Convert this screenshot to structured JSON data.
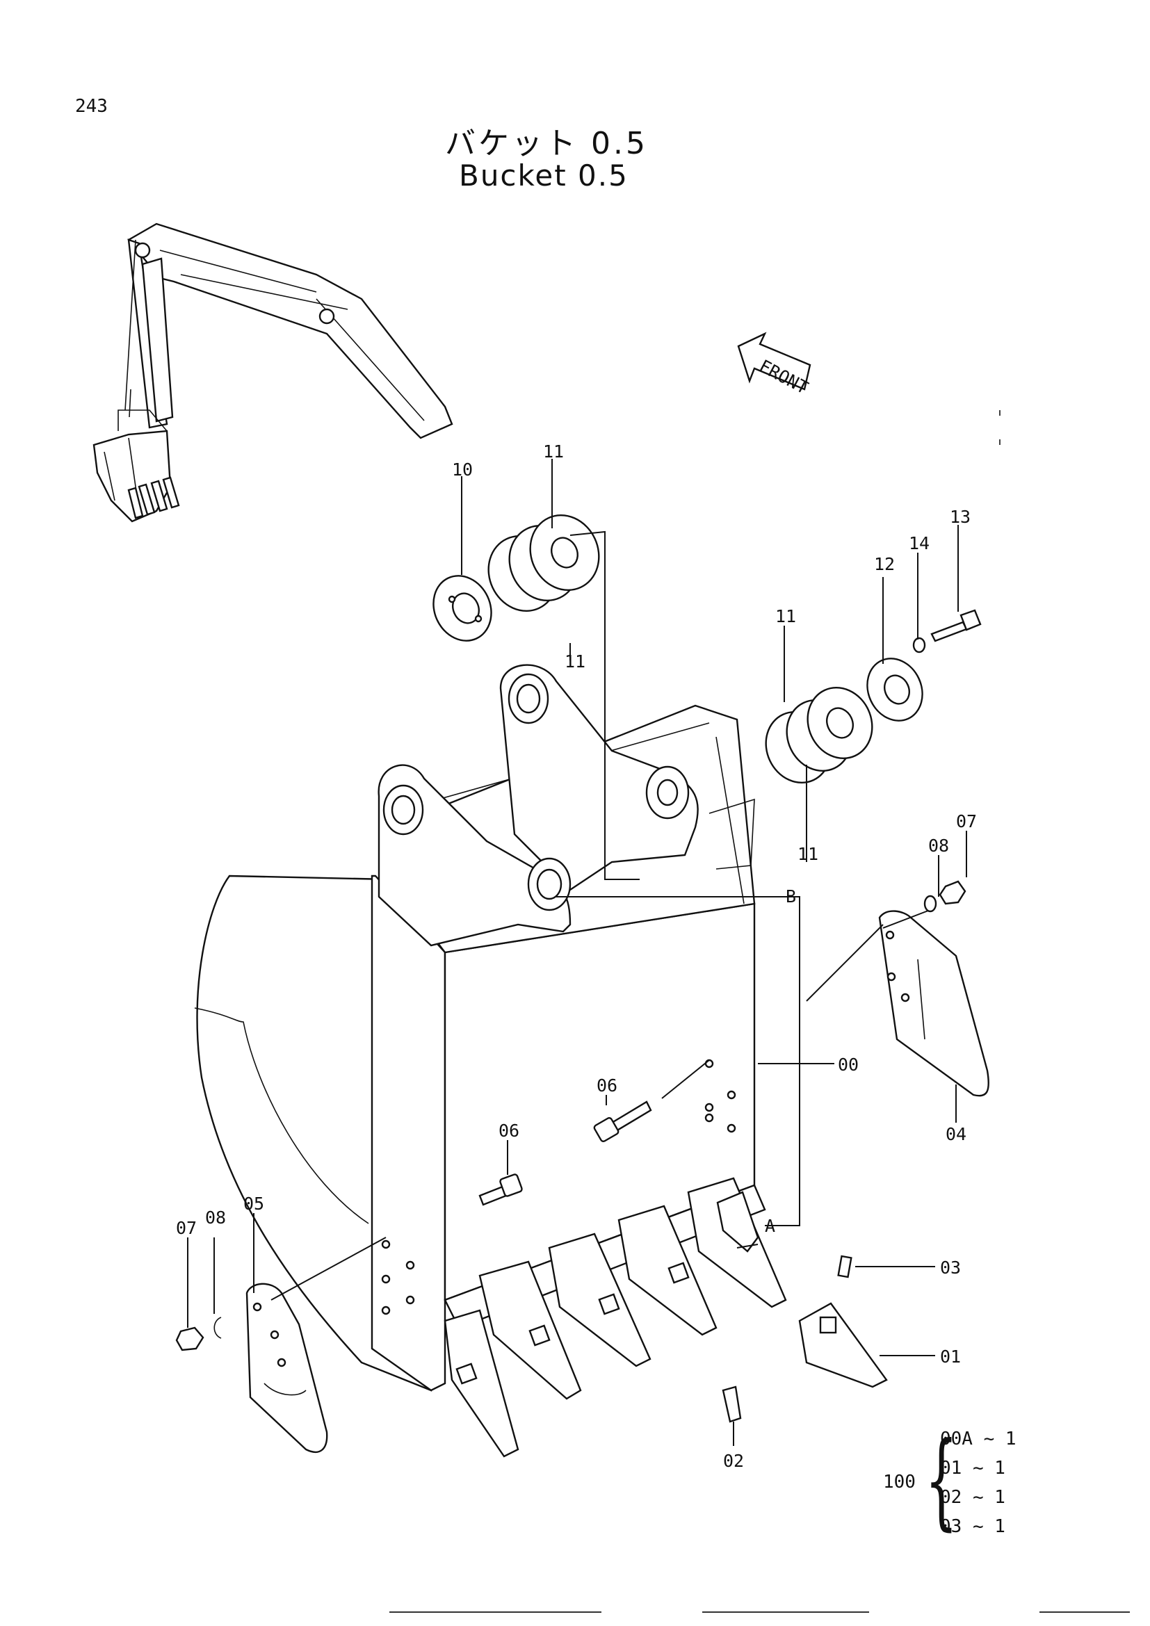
{
  "page": {
    "number": "243"
  },
  "title": {
    "japanese": "バケット 0.5",
    "english": "Bucket 0.5"
  },
  "orientation": {
    "label": "FRONT"
  },
  "callouts": {
    "c10": "10",
    "c11a": "11",
    "c11b": "11",
    "c11c": "11",
    "c11d": "11",
    "c12": "12",
    "c13": "13",
    "c14": "14",
    "c07a": "07",
    "c08a": "08",
    "c04": "04",
    "c00": "00",
    "cB": "B",
    "cA": "A",
    "c06a": "06",
    "c06b": "06",
    "c07b": "07",
    "c08b": "08",
    "c05": "05",
    "c03": "03",
    "c01": "01",
    "c02": "02"
  },
  "kit": {
    "number": "100",
    "items": [
      "00A ~ 1",
      "01  ~ 1",
      "02  ~ 1",
      "03  ~ 1"
    ]
  }
}
